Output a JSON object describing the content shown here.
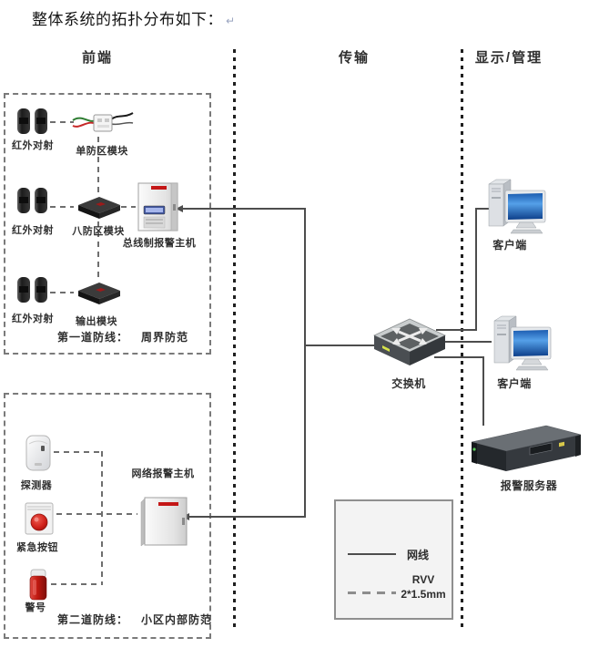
{
  "title": {
    "text": "整体系统的拓扑分布如下：",
    "mark": "↵"
  },
  "headers": {
    "front": "前端",
    "transmission": "传输",
    "display": "显示/管理"
  },
  "zone1": {
    "ir_label": "红外对射",
    "single_zone_label": "单防区模块",
    "eight_zone_label": "八防区模块",
    "bus_host_label": "总线制报警主机",
    "output_label": "输出模块",
    "caption_title": "第一道防线：",
    "caption_value": "周界防范"
  },
  "zone2": {
    "detector_label": "探测器",
    "button_label": "紧急按钮",
    "siren_label": "警号",
    "net_host_label": "网络报警主机",
    "caption_title": "第二道防线：",
    "caption_value": "小区内部防范"
  },
  "transmission": {
    "switch_label": "交换机"
  },
  "display": {
    "client1_label": "客户端",
    "client2_label": "客户端",
    "server_label": "报警服务器"
  },
  "legend": {
    "solid_label": "网线",
    "dashed_label_line1": "RVV",
    "dashed_label_line2": "2*1.5mm"
  },
  "icons": {
    "switch_icon": "crossed-arrows",
    "line_solid": "network-cable",
    "line_dashed": "rvv-cable"
  },
  "colors": {
    "line": "#4d4d4d",
    "dashed": "#6e6e6e",
    "separator": "#1f1f1f",
    "zone_border": "#7a7a7a",
    "logo_red": "#c00000",
    "alarm_red": "#cf2019",
    "screen_blue": "#2e7bd0",
    "led_yellow": "#d6e34a",
    "legend_bg": "#f3f3f3",
    "legend_border": "#8f8f8f",
    "text": "#2b2b2b"
  }
}
